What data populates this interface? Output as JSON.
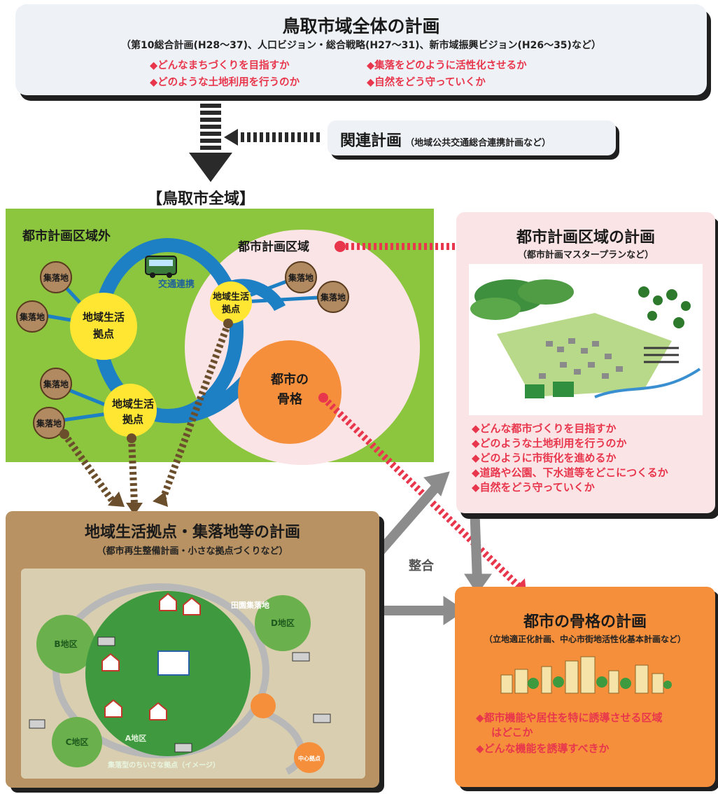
{
  "top": {
    "title": "鳥取市域全体の計画",
    "subtitle": "（第10総合計画(H28～37)、人口ビジョン・総合戦略(H27～31)、新市域振興ビジョン(H26～35)など）",
    "questions": [
      "◆どんなまちづくりを目指すか",
      "◆集落をどのように活性化させるか",
      "◆どのような土地利用を行うのか",
      "◆自然をどう守っていくか"
    ]
  },
  "related": {
    "title": "関連計画",
    "paren": "（地域公共交通総合連携計画など）"
  },
  "city_label": "【鳥取市全域】",
  "map": {
    "outside_label": "都市計画区域外",
    "inside_label": "都市計画区域",
    "hub_label_1": "地域生活",
    "hub_label_2": "拠点",
    "settlement": "集落地",
    "transit": "交通連携",
    "core_1": "都市の",
    "core_2": "骨格"
  },
  "pink_box": {
    "title": "都市計画区域の計画",
    "subtitle": "（都市計画マスタープランなど）",
    "questions": [
      "◆どんな都市づくりを目指すか",
      "◆どのような土地利用を行うのか",
      "◆どのように市街化を進めるか",
      "◆道路や公園、下水道等をどこにつくるか",
      "◆自然をどう守っていくか"
    ]
  },
  "brown_box": {
    "title": "地域生活拠点・集落地等の計画",
    "subtitle": "（都市再生整備計画・小さな拠点づくりなど）",
    "district_a": "A地区",
    "district_b": "B地区",
    "district_c": "C地区",
    "district_d": "D地区",
    "rural": "田園集落地",
    "image_caption": "集落型のちいさな拠点（イメージ）",
    "hub_center": "中心拠点"
  },
  "orange_box": {
    "title": "都市の骨格の計画",
    "subtitle": "（立地適正化計画、中心市街地活性化基本計画など）",
    "questions": [
      "◆都市機能や居住を特に誘導させる区域",
      "はどこか",
      "◆どんな機能を誘導すべきか"
    ]
  },
  "seigo": "整合",
  "colors": {
    "green": "#8cc63f",
    "pink": "#fbe4e6",
    "orange": "#f58f3c",
    "brown": "#b89262",
    "question_red": "#e8364c",
    "ring_blue": "#1d7fc4",
    "hub_yellow": "#ffe633"
  }
}
